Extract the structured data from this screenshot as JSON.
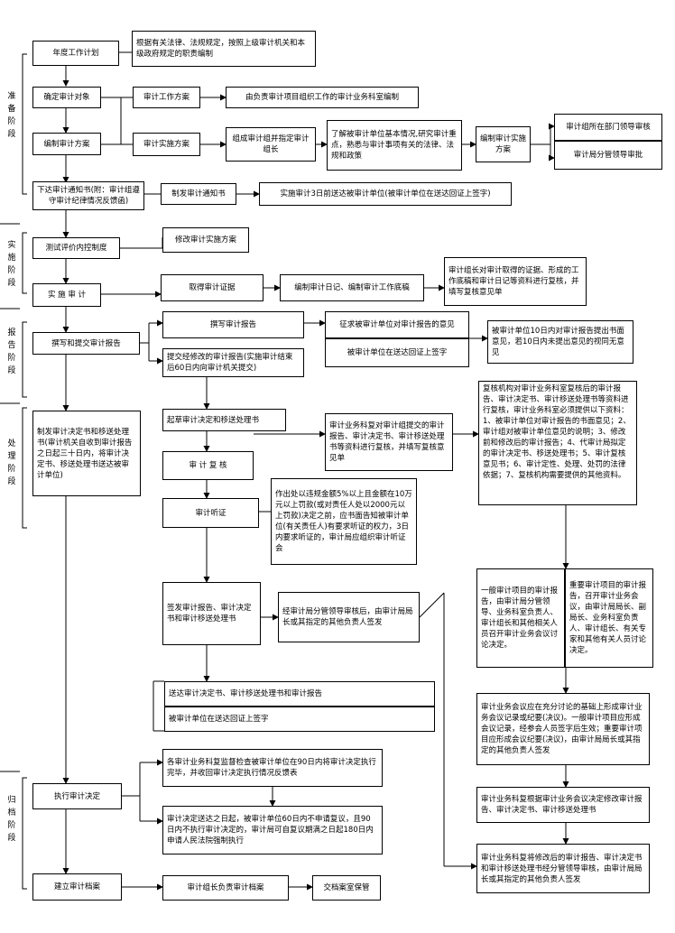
{
  "phases": {
    "prep": "准备阶段",
    "impl": "实施阶段",
    "report": "报告阶段",
    "handle": "处理阶段",
    "archive": "归档阶段"
  },
  "boxes": {
    "annual_plan": "年度工作计划",
    "annual_note": "根据有关法律、法规规定，按照上级审计机关和本级政府规定的职责编制",
    "determine_target": "确定审计对象",
    "work_plan": "审计工作方案",
    "work_plan_note": "由负责审计项目组织工作的审计业务科室编制",
    "compile_plan": "编制审计方案",
    "impl_plan": "审计实施方案",
    "form_team": "组成审计组并指定审计组长",
    "understand": "了解被审计单位基本情况,研究审计重点，熟悉与审计事项有关的法律、法规和政策",
    "compile_impl_plan": "编制审计实施方案",
    "leader_review": "审计组所在部门领导审核",
    "bureau_approve": "审计局分管领导审批",
    "issue_notice": "下达审计通知书(附：审计组遵守审计纪律情况反馈函)",
    "make_notice": "制发审计通知书",
    "send_notice": "实施审计3日前送达被审计单位(被审计单位在送达回证上签字)",
    "test_control": "测试评价内控制度",
    "modify_plan": "修改审计实施方案",
    "implement": "实 施 审 计",
    "obtain_evidence": "取得审计证据",
    "record_diary": "编制审计日记、编制审计工作底稿",
    "leader_check": "审计组长对审计取得的证据、形成的工作底稿和审计日记等资料进行复核，并填写复核意见单",
    "write_submit": "撰写和提交审计报告",
    "draft_report": "撰写审计报告",
    "solicit_opinion": "征求被审计单位对审计报告的意见",
    "signed_receipt": "被审计单位在送达回证上签字",
    "reply_10days": "被审计单位10日内对审计报告提出书面意见，若10日内未提出意见的视同无意见",
    "submit_revised": "提交经修改的审计报告(实施审计结束后60日内向审计机关提交)",
    "issue_decision": "制发审计决定书和移送处理书(审计机关自收到审计报告之日起三十日内，将审计决定书、移送处理书送达被审计单位)",
    "draft_decision": "起草审计决定和移送处理书",
    "review_dept_note": "复核机构对审计业务科室复核后的审计报告、审计决定书、审计移送处理书等资料进行复核，审计业务科室必须提供以下资料：1、被审计单位对审计报告的书面意见；2、审计组对被审计单位意见的说明；3、修改前和修改后的审计报告；4、代审计局拟定的审计决定书、移送处理书；5、审计复核意见书；6、审计定性、处理、处罚的法律依据；7、复核机构需要提供的其他资料。",
    "audit_review": "审 计 复 核",
    "business_review": "审计业务科复对审计组提交的审计报告、审计决定书、审计移送处理书等资料进行复核，并填写复核意见单",
    "hearing": "审计听证",
    "hearing_note": "作出处以违规金额5%以上且金额在10万元以上罚款(或对责任人处以2000元以上罚款)决定之前，应书面告知被审计单位(有关责任人)有要求听证的权力，3日内要求听证的，审计局应组织审计听证会",
    "sign_issue": "签发审计报告、审计决定书和审计移送处理书",
    "sign_note": "经审计局分管领导审核后，由审计局局长或其指定的其他负责人签发",
    "general_project": "一般审计项目的审计报告，由审计局分管领导、业务科室负责人、审计组长和其他相关人员召开审计业务会议讨论决定。",
    "major_project": "重要审计项目的审计报告，召开审计业务会议，由审计局局长、副局长、业务科室负责人、审计组长、有关专家和其他有关人员讨论决定。",
    "deliver": "送达审计决定书、审计移送处理书和审计报告",
    "deliver_sign": "被审计单位在送达回证上签字",
    "meeting_note": "审计业务会议应在充分讨论的基础上形成审计业务会议记录或纪要(决议)。一般审计项目应形成会议记录，经参会人员签字后生效；重要审计项目应形成会议纪要(决议)，由审计局局长或其指定的其他负责人签发",
    "modify_per_meeting": "审计业务科复根据审计业务会议决定修改审计报告、审计决定书、审计移送处理书",
    "execute": "执行审计决定",
    "supervise": "各审计业务科复监督检查被审计单位在90日内将审计决定执行完毕，并收回审计决定执行情况反馈表",
    "reconsider": "审计决定送达之日起，被审计单位60日内不申请复议，且90日内不执行审计决定的，审计局可自复议期满之日起180日内申请人民法院强制执行",
    "final_sign": "审计业务科复将修改后的审计报告、审计决定书和审计移送处理书经分管领导审核，由审计局局长或其指定的其他负责人签发",
    "archive": "建立审计档案",
    "leader_archive": "审计组长负责审计档案",
    "hand_over": "交档案室保管"
  }
}
